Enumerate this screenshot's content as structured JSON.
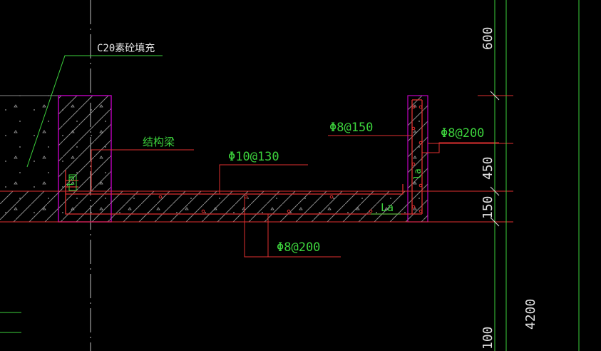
{
  "colors": {
    "background": "#000000",
    "leader_green": "#3cd23c",
    "leader_white": "#e6e6e6",
    "rebar_red": "#e03030",
    "outline_magenta": "#c000c0",
    "hatch_gray": "#8a8a8a",
    "dim_green": "#3ccf3c",
    "dim_red": "#e03030",
    "dim_white": "#e0e0e0",
    "centerline_gray": "#bfbfbf"
  },
  "annotations": {
    "fill_note": "C20素砼填充",
    "beam_note": "结构梁",
    "top_bar_note": "Φ10@130",
    "wall_bar_note": "Φ8@150",
    "wall_dist_note": "Φ8@200",
    "bottom_bar_note": "Φ8@200",
    "anchor_left": "la",
    "anchor_right_vertical": "la",
    "anchor_bottom": "La"
  },
  "dimensions": {
    "d600": "600",
    "d450": "450",
    "d150": "150",
    "d100": "100",
    "d4200": "4200"
  }
}
